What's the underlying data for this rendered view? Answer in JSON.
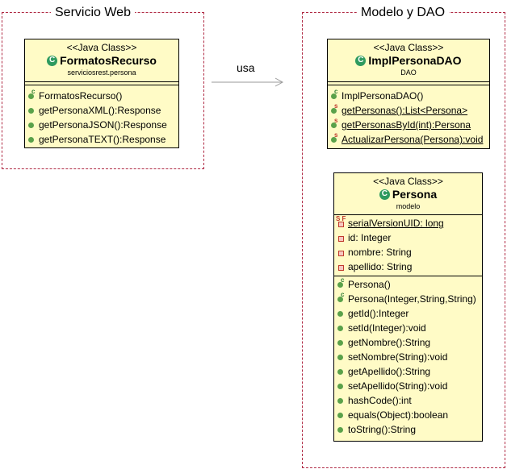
{
  "packages": {
    "servicio": {
      "title": "Servicio Web"
    },
    "modelo": {
      "title": "Modelo y DAO"
    }
  },
  "association": {
    "label": "usa"
  },
  "classes": {
    "formatos": {
      "stereotype": "<<Java Class>>",
      "name": "FormatosRecurso",
      "package": "serviciosrest.persona",
      "methods": [
        "FormatosRecurso()",
        "getPersonaXML():Response",
        "getPersonaJSON():Response",
        "getPersonaTEXT():Response"
      ]
    },
    "impl": {
      "stereotype": "<<Java Class>>",
      "name": "ImplPersonaDAO",
      "package": "DAO",
      "methods": [
        "ImplPersonaDAO()",
        "getPersonas():List<Persona>",
        "getPersonasById(int):Persona",
        "ActualizarPersona(Persona):void"
      ]
    },
    "persona": {
      "stereotype": "<<Java Class>>",
      "name": "Persona",
      "package": "modelo",
      "fields": [
        "serialVersionUID: long",
        "id: Integer",
        "nombre: String",
        "apellido: String"
      ],
      "methods": [
        "Persona()",
        "Persona(Integer,String,String)",
        "getId():Integer",
        "setId(Integer):void",
        "getNombre():String",
        "setNombre(String):void",
        "getApellido():String",
        "setApellido(String):void",
        "hashCode():int",
        "equals(Object):boolean",
        "toString():String"
      ]
    }
  },
  "colors": {
    "class_fill": "#fffbc6",
    "package_border": "#b02a44",
    "class_icon": "#2e9a5f",
    "method_icon": "#5aa14a",
    "field_icon": "#c0392b"
  },
  "icons": {
    "class": "class-c-icon",
    "public_method": "green-dot-icon",
    "private_field": "red-square-icon"
  }
}
